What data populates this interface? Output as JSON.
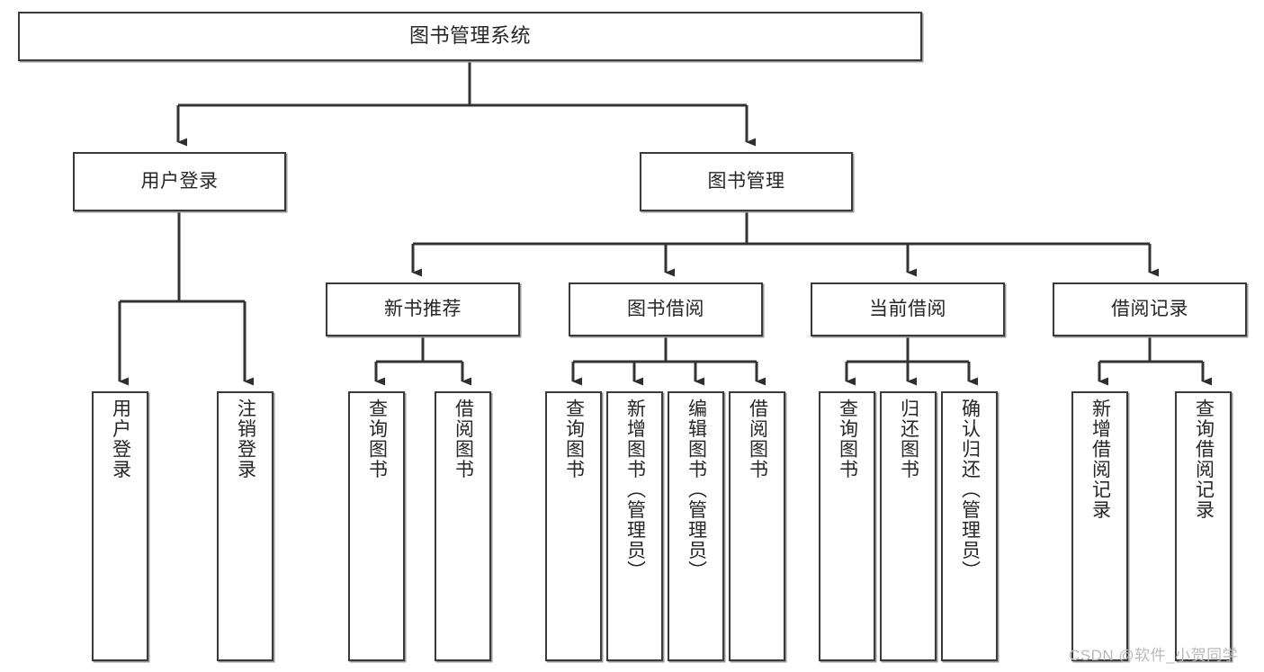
{
  "diagram": {
    "title": "图书管理系统",
    "type": "hierarchy-tree",
    "watermark": "CSDN @软件_小贺同学",
    "colors": {
      "box_border": "#3a3a3a",
      "box_fill": "#ffffff",
      "connector": "#333333",
      "text": "#262626",
      "watermark": "#b9b9b9",
      "background": "#ffffff"
    },
    "nodes": {
      "root": {
        "label": "图书管理系统"
      },
      "level1": [
        {
          "id": "user-login",
          "label": "用户登录"
        },
        {
          "id": "book-management",
          "label": "图书管理"
        }
      ],
      "level2": [
        {
          "id": "new-book-recommend",
          "label": "新书推荐"
        },
        {
          "id": "book-borrow",
          "label": "图书借阅"
        },
        {
          "id": "current-borrow",
          "label": "当前借阅"
        },
        {
          "id": "borrow-record",
          "label": "借阅记录"
        }
      ],
      "leaves": {
        "user-login": [
          {
            "id": "leaf-user-login",
            "label": "用户登录"
          },
          {
            "id": "leaf-logout-login",
            "label": "注销登录"
          }
        ],
        "new-book-recommend": [
          {
            "id": "leaf-query-book-1",
            "label": "查询图书"
          },
          {
            "id": "leaf-borrow-book-1",
            "label": "借阅图书"
          }
        ],
        "book-borrow": [
          {
            "id": "leaf-query-book-2",
            "label": "查询图书"
          },
          {
            "id": "leaf-add-book",
            "label": "新增图书（管理员）"
          },
          {
            "id": "leaf-edit-book",
            "label": "编辑图书（管理员）"
          },
          {
            "id": "leaf-borrow-book-2",
            "label": "借阅图书"
          }
        ],
        "current-borrow": [
          {
            "id": "leaf-query-book-3",
            "label": "查询图书"
          },
          {
            "id": "leaf-return-book",
            "label": "归还图书"
          },
          {
            "id": "leaf-confirm-return",
            "label": "确认归还（管理员）"
          }
        ],
        "borrow-record": [
          {
            "id": "leaf-add-record",
            "label": "新增借阅记录"
          },
          {
            "id": "leaf-query-record",
            "label": "查询借阅记录"
          }
        ]
      }
    }
  }
}
